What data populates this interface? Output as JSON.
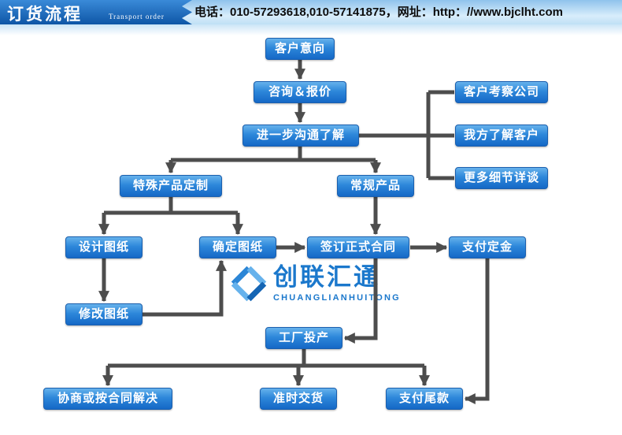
{
  "header": {
    "title": "订货流程",
    "subtitle": "Transport  order",
    "contact": "电话：010-57293618,010-57141875，网址：http：//www.bjclht.com"
  },
  "logo": {
    "name": "创联汇通",
    "latin": "CHUANGLIANHUITONG"
  },
  "flowchart": {
    "nodes": {
      "customer_intent": "客户意向",
      "consult_quote": "咨询＆报价",
      "further_comm": "进一步沟通了解",
      "customer_visit": "客户考察公司",
      "our_understanding": "我方了解客户",
      "more_details": "更多细节详谈",
      "special_custom": "特殊产品定制",
      "regular_product": "常规产品",
      "design_drawing": "设计图纸",
      "confirm_drawing": "确定图纸",
      "sign_contract": "签订正式合同",
      "pay_deposit": "支付定金",
      "modify_drawing": "修改图纸",
      "factory_production": "工厂投产",
      "negotiate": "协商或按合同解决",
      "on_time_delivery": "准时交货",
      "pay_balance": "支付尾款"
    }
  }
}
